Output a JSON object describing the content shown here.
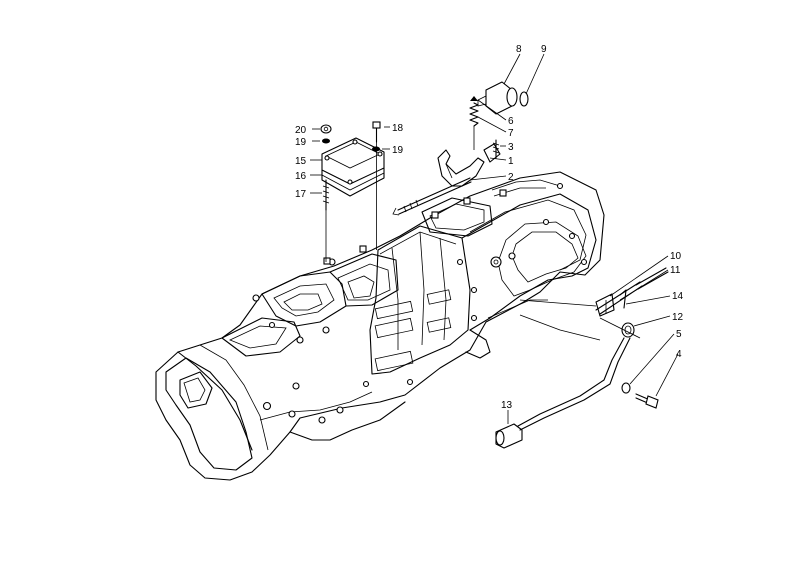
{
  "callouts": {
    "c1": "1",
    "c2": "2",
    "c3": "3",
    "c4": "4",
    "c5": "5",
    "c6": "6",
    "c7": "7",
    "c8": "8",
    "c9": "9",
    "c10": "10",
    "c11": "11",
    "c12": "12",
    "c13": "13",
    "c14": "14",
    "c15": "15",
    "c16": "16",
    "c17": "17",
    "c18": "18",
    "c19a": "19",
    "c19b": "19",
    "c20": "20"
  },
  "colors": {
    "ink": "#000000",
    "paper": "#ffffff"
  }
}
